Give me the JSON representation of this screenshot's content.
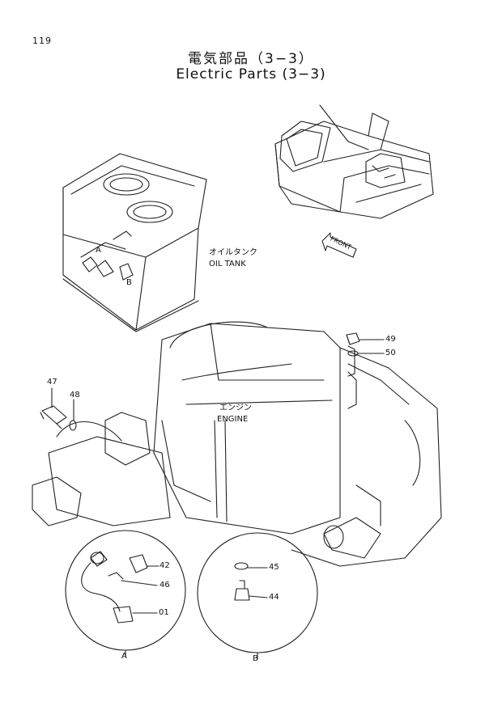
{
  "page_number": "119",
  "title_jp": "電気部品（3−3）",
  "title_en": "Electric Parts (3−3)",
  "oil_tank": {
    "jp": "オイルタンク",
    "en": "OIL TANK"
  },
  "engine": {
    "jp": "エンジン",
    "en": "ENGINE"
  },
  "front_label": "FRONT",
  "views": {
    "a": "A",
    "b": "B"
  },
  "parts": {
    "p01": "01",
    "p42": "42",
    "p44": "44",
    "p45": "45",
    "p46": "46",
    "p47": "47",
    "p48": "48",
    "p49": "49",
    "p50": "50"
  }
}
